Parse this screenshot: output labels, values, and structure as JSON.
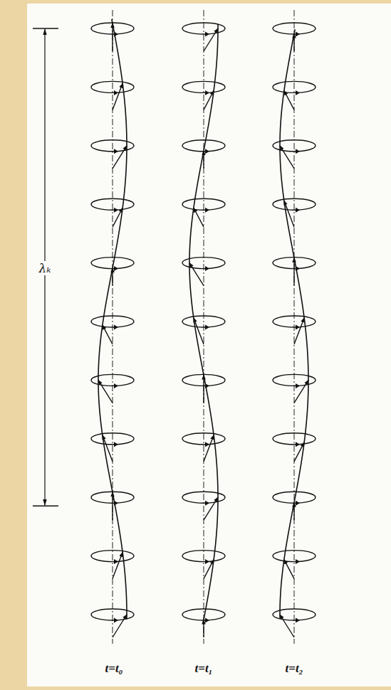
{
  "diagram": {
    "labels": [
      "λₖ",
      "t=t₀",
      "t=t₁",
      "t=t₂"
    ]
  }
}
